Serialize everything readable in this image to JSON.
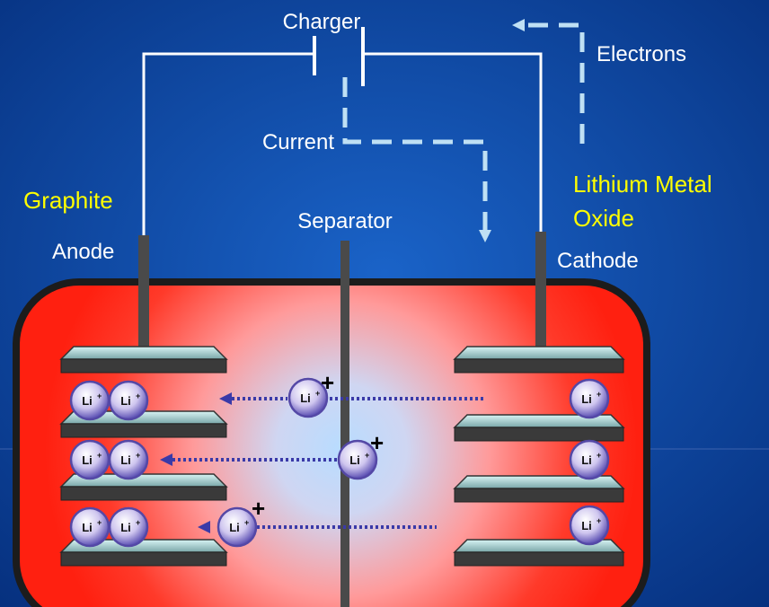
{
  "labels": {
    "charger": "Charger",
    "electrons": "Electrons",
    "current": "Current",
    "graphite": "Graphite",
    "anode": "Anode",
    "separator": "Separator",
    "cathode_material_line1": "Lithium Metal",
    "cathode_material_line2": "Oxide",
    "cathode": "Cathode"
  },
  "ion_label": "Li",
  "ion_charge": "+",
  "colors": {
    "background": "#0a3f9a",
    "cell_fill": "#ff2a1a",
    "electrolyte_center": "#b8dcff",
    "highlight_text": "#ffff00",
    "wire": "#ffffff",
    "dashed_path": "#bfe0f4",
    "ion_arrow": "#3a3aa8"
  }
}
